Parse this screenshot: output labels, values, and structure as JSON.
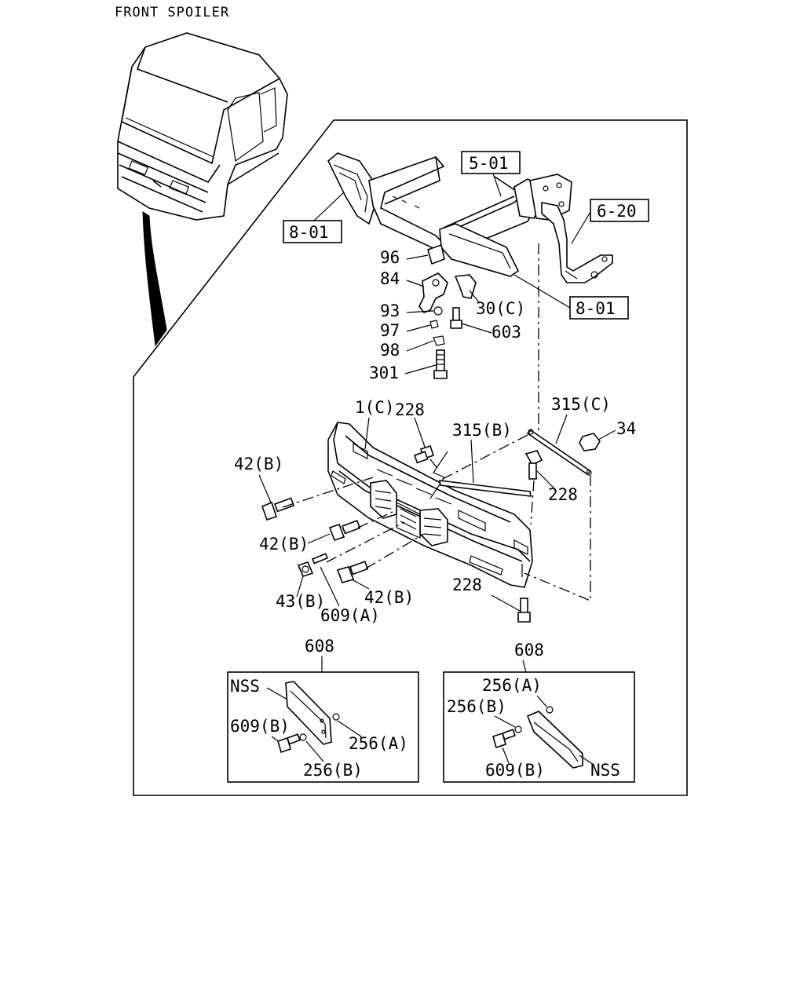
{
  "title": "FRONT SPOILER",
  "labels": {
    "ref_5_01": "5-01",
    "ref_6_20": "6-20",
    "ref_8_01_left": "8-01",
    "ref_8_01_right": "8-01",
    "p96": "96",
    "p84": "84",
    "p93": "93",
    "p97": "97",
    "p98": "98",
    "p301": "301",
    "p30c": "30(C)",
    "p603": "603",
    "p1c": "1(C)",
    "p228_top": "228",
    "p315b": "315(B)",
    "p315c": "315(C)",
    "p34": "34",
    "p228_mid": "228",
    "p42b_a": "42(B)",
    "p42b_b": "42(B)",
    "p42b_c": "42(B)",
    "p43b": "43(B)",
    "p609a": "609(A)",
    "p228_bot": "228",
    "p608_left": "608",
    "p608_right": "608",
    "left_nss": "NSS",
    "left_609b": "609(B)",
    "left_256a": "256(A)",
    "left_256b": "256(B)",
    "right_256a": "256(A)",
    "right_256b": "256(B)",
    "right_609b": "609(B)",
    "right_nss": "NSS"
  }
}
